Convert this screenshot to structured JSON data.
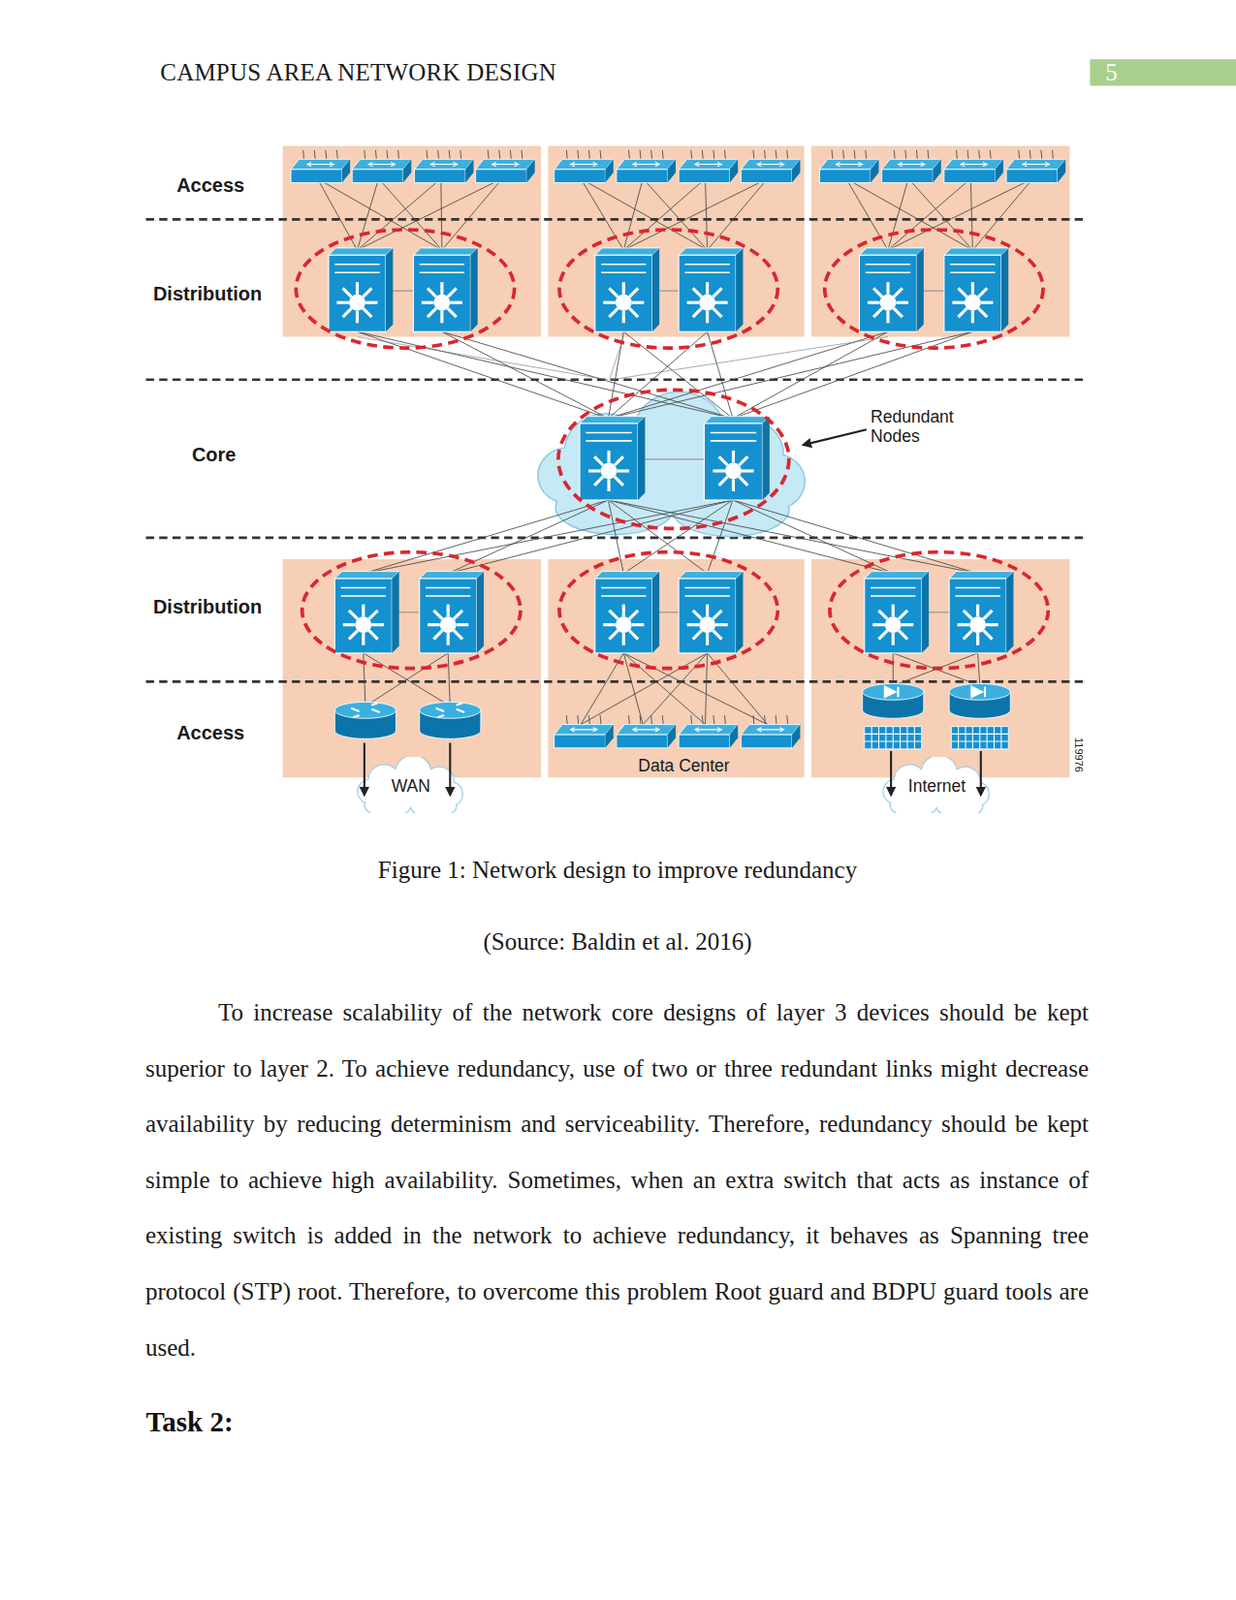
{
  "diagram": {
    "caption": "Figure 1: Network design to improve redundancy",
    "nodes": [
      {
        "text": [
          "WAN"
        ]
      },
      {
        "text": [
          "Data Center"
        ]
      },
      {
        "text": [
          "Internet"
        ]
      }
    ],
    "labels": [
      "CAMPUS AREA NETWORK DESIGN",
      "5",
      "Access",
      "Distribution",
      "Core",
      "Redundant Nodes",
      "Distribution",
      "Access",
      "119976",
      "(Source: Baldin et al. 2016)",
      "To increase scalability of the network core designs of layer 3 devices should be kept superior to layer 2. To achieve redundancy, use of two or three redundant links might decrease availability by reducing determinism and serviceability. Therefore, redundancy should be kept simple to achieve high availability. Sometimes, when an extra switch that acts as instance of existing switch is added in the network to achieve redundancy, it behaves as Spanning tree protocol (STP) root. Therefore, to overcome this problem Root guard and BDPU guard tools are used.",
      "Task 2:"
    ]
  }
}
